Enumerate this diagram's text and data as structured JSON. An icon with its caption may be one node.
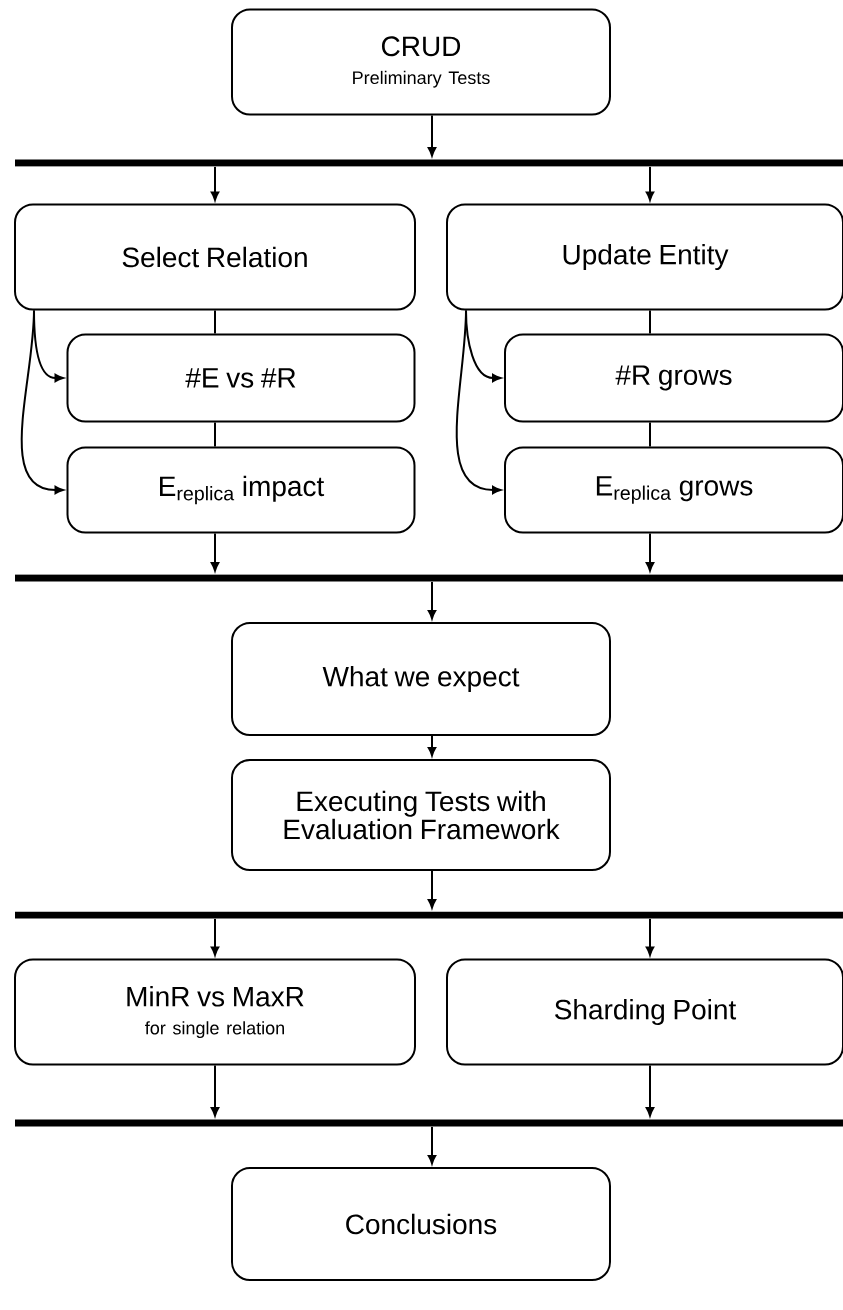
{
  "diagram": {
    "nodes": [
      {
        "text": [
          "CRUD",
          "Preliminary Tests"
        ]
      },
      {
        "text": [],
        "shape": "bar"
      },
      {
        "text": [
          "Select Relation"
        ]
      },
      {
        "text": [
          "Update Entity"
        ]
      },
      {
        "text": [
          "#E vs #R"
        ]
      },
      {
        "text": [
          "E$_{replica}$ impact"
        ]
      },
      {
        "text": [
          "#R grows"
        ]
      },
      {
        "text": [
          "E$_{replica}$ grows"
        ]
      },
      {
        "text": [],
        "shape": "bar"
      },
      {
        "text": [
          "What we expect"
        ]
      },
      {
        "text": [
          "Executing Tests with Evaluation Framework"
        ]
      },
      {
        "text": [],
        "shape": "bar"
      },
      {
        "text": [
          "MinR vs MaxR",
          "for single relation"
        ]
      },
      {
        "text": [
          "Sharding Point"
        ]
      },
      {
        "text": [],
        "shape": "bar"
      },
      {
        "text": [
          "Conclusions"
        ]
      }
    ],
    "edges": [
      {
        "from": 0,
        "to": 1,
        "arrow": "to"
      },
      {
        "from": 1,
        "to": 2,
        "arrow": "to"
      },
      {
        "from": 1,
        "to": 3,
        "arrow": "to"
      },
      {
        "from": 2,
        "to": 4,
        "arrow": "none"
      },
      {
        "from": 2,
        "to": 4,
        "arrow": "to"
      },
      {
        "from": 2,
        "to": 5,
        "arrow": "to"
      },
      {
        "from": 4,
        "to": 5,
        "arrow": "none"
      },
      {
        "from": 3,
        "to": 6,
        "arrow": "none"
      },
      {
        "from": 3,
        "to": 6,
        "arrow": "to"
      },
      {
        "from": 3,
        "to": 7,
        "arrow": "to"
      },
      {
        "from": 6,
        "to": 7,
        "arrow": "none"
      },
      {
        "from": 5,
        "to": 8,
        "arrow": "to"
      },
      {
        "from": 7,
        "to": 8,
        "arrow": "to"
      },
      {
        "from": 8,
        "to": 9,
        "arrow": "to"
      },
      {
        "from": 9,
        "to": 10,
        "arrow": "to"
      },
      {
        "from": 10,
        "to": 11,
        "arrow": "to"
      },
      {
        "from": 11,
        "to": 12,
        "arrow": "to"
      },
      {
        "from": 11,
        "to": 13,
        "arrow": "to"
      },
      {
        "from": 12,
        "to": 14,
        "arrow": "to"
      },
      {
        "from": 13,
        "to": 14,
        "arrow": "to"
      },
      {
        "from": 14,
        "to": 15,
        "arrow": "to"
      }
    ]
  }
}
